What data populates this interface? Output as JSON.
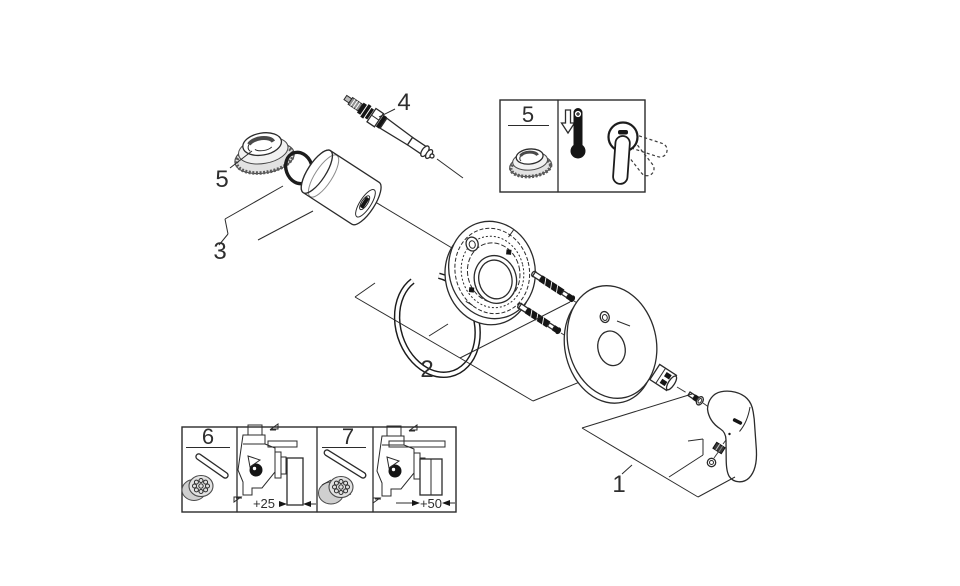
{
  "diagram": {
    "type": "exploded-parts-diagram",
    "colors": {
      "background": "#ffffff",
      "line": "#2b2b2b",
      "dark_fill": "#151515",
      "shade": "#e2e2e2"
    },
    "callouts": {
      "part1": "1",
      "part2": "2",
      "part3": "3",
      "part4": "4",
      "part5": "5"
    },
    "insets": {
      "temperature": {
        "label": "5",
        "icons": [
          "temperature-limiter-cap-icon",
          "down-arrow-icon",
          "thermometer-icon",
          "lever-rotation-icon"
        ]
      },
      "extension25": {
        "label": "6",
        "dimension": "+25",
        "icons": [
          "extension-pin-icon",
          "spline-adapter-icon",
          "valve-cross-section-icon"
        ]
      },
      "extension50": {
        "label": "7",
        "dimension": "+50",
        "icons": [
          "extension-pin-icon",
          "spline-adapter-icon",
          "valve-cross-section-icon"
        ]
      }
    }
  }
}
